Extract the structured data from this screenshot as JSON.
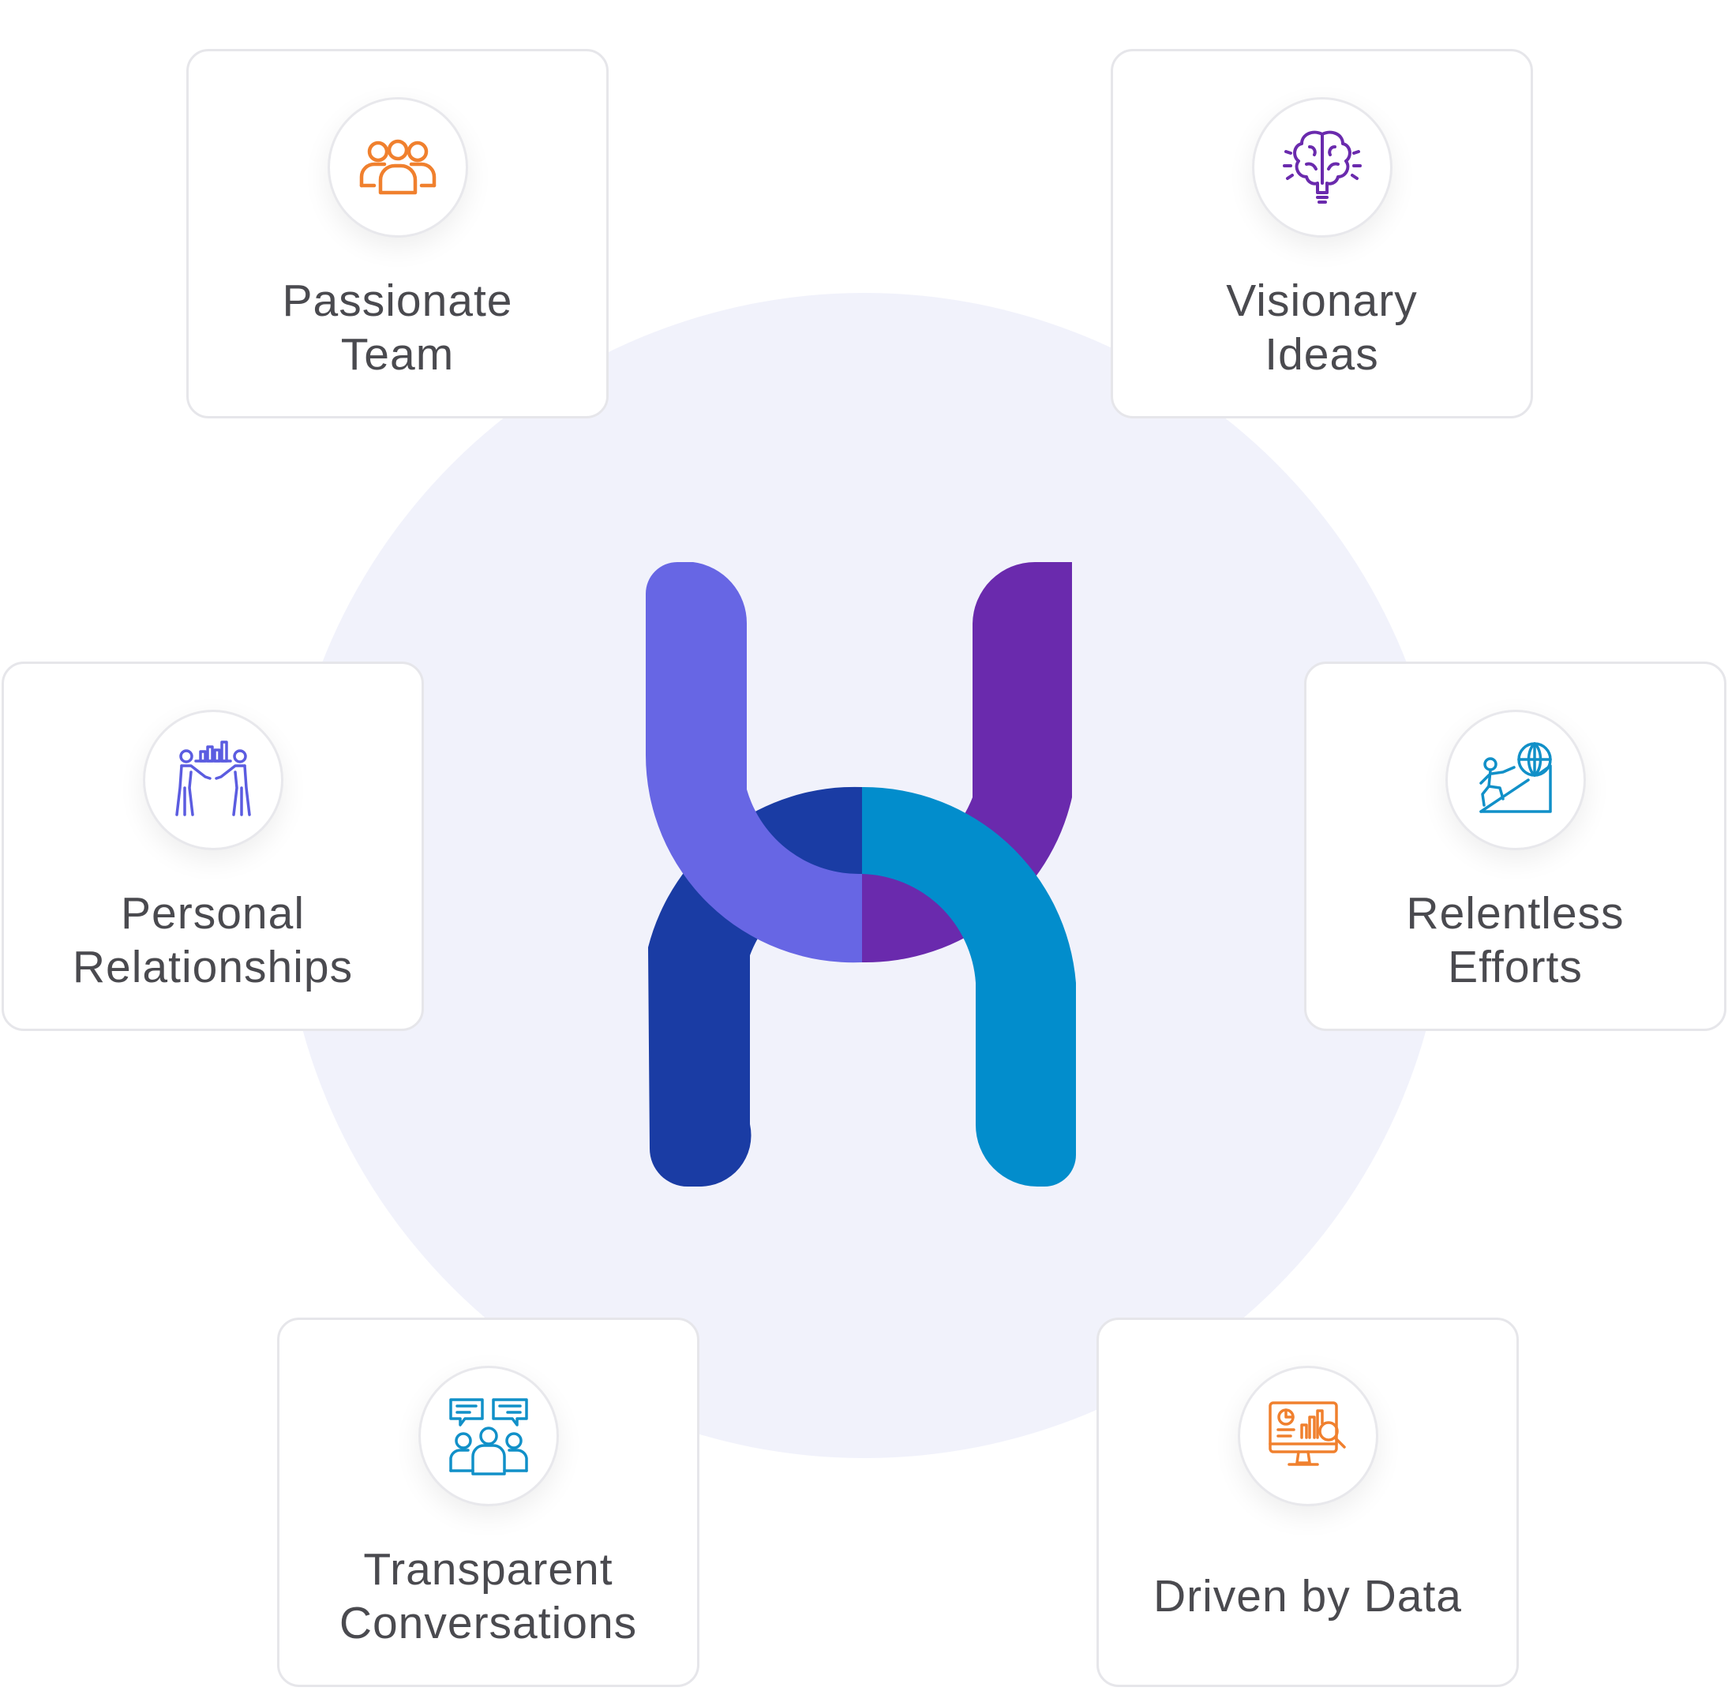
{
  "diagram": {
    "center_logo": {
      "icon": "h-logo-icon",
      "colors": [
        "#6766e4",
        "#6a2aad",
        "#1a3ca4",
        "#028dcc"
      ]
    },
    "background_color": "#f1f2fb",
    "cards": [
      {
        "id": "passionate-team",
        "line1": "Passionate",
        "line2": "Team",
        "icon": "team-icon",
        "icon_color": "#f0802e"
      },
      {
        "id": "visionary-ideas",
        "line1": "Visionary",
        "line2": "Ideas",
        "icon": "brain-bulb-icon",
        "icon_color": "#6a2aad"
      },
      {
        "id": "personal-relationships",
        "line1": "Personal",
        "line2": "Relationships",
        "icon": "handshake-icon",
        "icon_color": "#5b5ce0"
      },
      {
        "id": "relentless-efforts",
        "line1": "Relentless",
        "line2": "Efforts",
        "icon": "climb-globe-icon",
        "icon_color": "#1190c8"
      },
      {
        "id": "transparent-conversations",
        "line1": "Transparent",
        "line2": "Conversations",
        "icon": "group-chat-icon",
        "icon_color": "#1190c8"
      },
      {
        "id": "driven-by-data",
        "line1": "Driven by Data",
        "icon": "data-monitor-icon",
        "icon_color": "#f0802e"
      }
    ]
  }
}
